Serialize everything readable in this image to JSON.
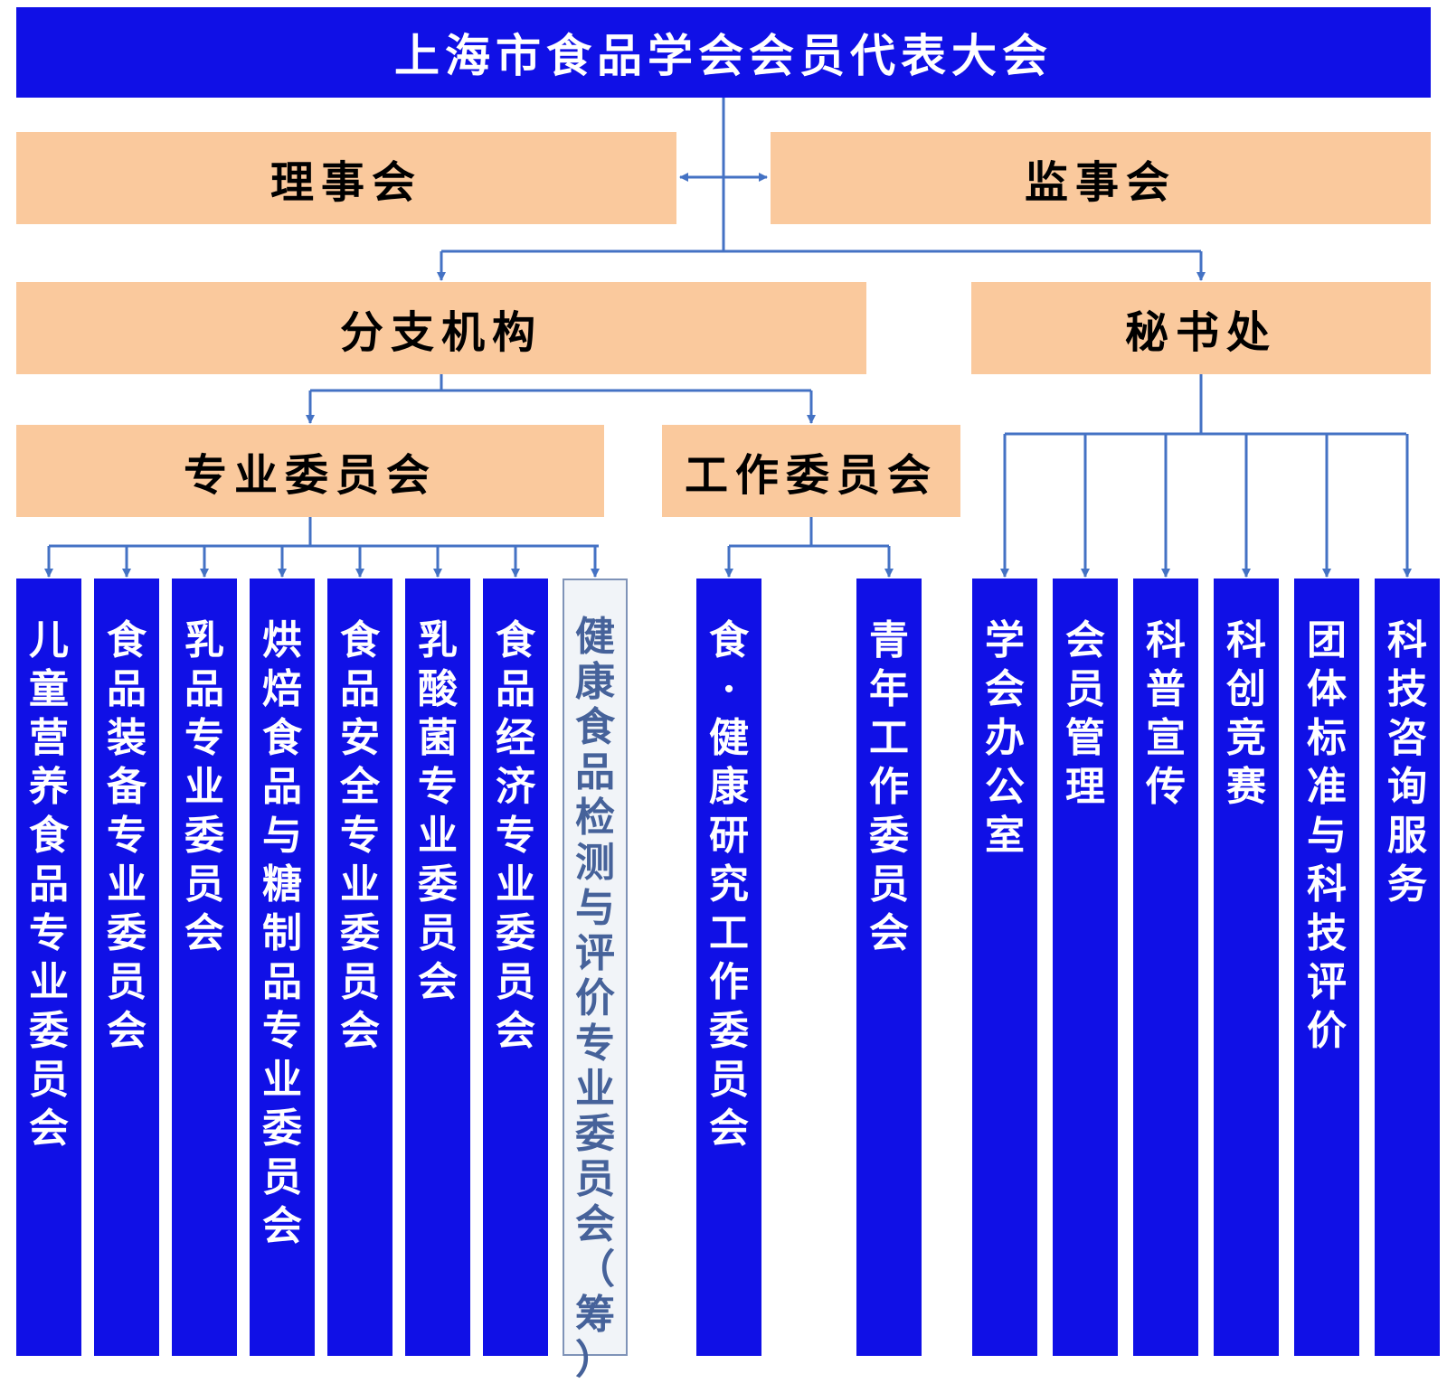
{
  "colors": {
    "top_bg": "#1010e6",
    "peach": "#fac99d",
    "column_bg": "#1010e6",
    "pending_bg": "#f1f4f8",
    "line": "#4472c4"
  },
  "top": {
    "title": "上海市食品学会会员代表大会"
  },
  "council": {
    "label": "理事会"
  },
  "supervisors": {
    "label": "监事会"
  },
  "branches": {
    "label": "分支机构"
  },
  "secretariat": {
    "label": "秘书处"
  },
  "professional": {
    "label": "专业委员会"
  },
  "work": {
    "label": "工作委员会"
  },
  "professional_committees": [
    "儿童营养食品专业委员会",
    "食品装备专业委员会",
    "乳品专业委员会",
    "烘焙食品与糖制品专业委员会",
    "食品安全专业委员会",
    "乳酸菌专业委员会",
    "食品经济专业委员会",
    "健康食品检测与评价专业委员会（筹）"
  ],
  "work_committees": [
    "食·健康研究工作委员会",
    "青年工作委员会"
  ],
  "secretariat_units": [
    "学会办公室",
    "会员管理",
    "科普宣传",
    "科创竞赛",
    "团体标准与科技评价",
    "科技咨询服务"
  ]
}
